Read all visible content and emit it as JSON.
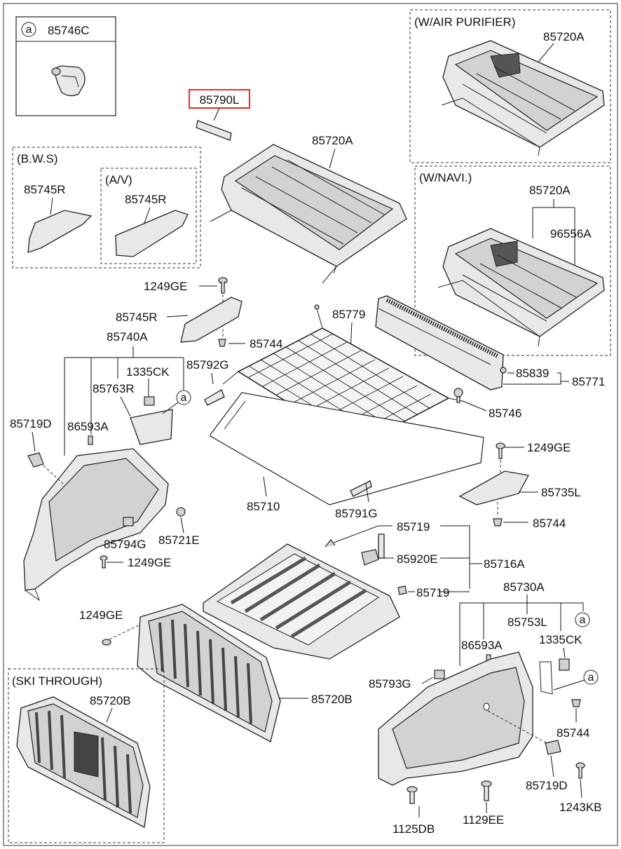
{
  "sections": {
    "air_purifier": "(W/AIR PURIFIER)",
    "navi": "(W/NAVI.)",
    "bws": "(B.W.S)",
    "av": "(A/V)",
    "ski_through": "(SKI THROUGH)"
  },
  "callout_a": "a",
  "labels": {
    "p85746C": "85746C",
    "p85790L": "85790L",
    "p85720A_main": "85720A",
    "p85720A_air": "85720A",
    "p85720A_navi": "85720A",
    "p96556A": "96556A",
    "p85745R_bws": "85745R",
    "p85745R_av": "85745R",
    "p1249GE_top": "1249GE",
    "p85745R_mid": "85745R",
    "p85744_top": "85744",
    "p85779": "85779",
    "p85839": "85839",
    "p85771": "85771",
    "p85746": "85746",
    "p85740A": "85740A",
    "p1335CK_left": "1335CK",
    "p85763R": "85763R",
    "p85792G": "85792G",
    "p85719D_left": "85719D",
    "p86593A_left": "86593A",
    "p1249GE_right": "1249GE",
    "p85735L": "85735L",
    "p85744_right": "85744",
    "p85710": "85710",
    "p85791G": "85791G",
    "p85794G": "85794G",
    "p85721E": "85721E",
    "p1249GE_left": "1249GE",
    "p85719_top": "85719",
    "p85920E": "85920E",
    "p85716A": "85716A",
    "p85719_bot": "85719",
    "p85730A": "85730A",
    "p1249GE_seat": "1249GE",
    "p85753L": "85753L",
    "p86593A_right": "86593A",
    "p1335CK_right": "1335CK",
    "p85793G": "85793G",
    "p85720B_main": "85720B",
    "p85720B_ski": "85720B",
    "p85744_bot": "85744",
    "p85719D_right": "85719D",
    "p1243KB": "1243KB",
    "p1125DB": "1125DB",
    "p1129EE": "1129EE"
  },
  "highlight_color": "#e0322b"
}
